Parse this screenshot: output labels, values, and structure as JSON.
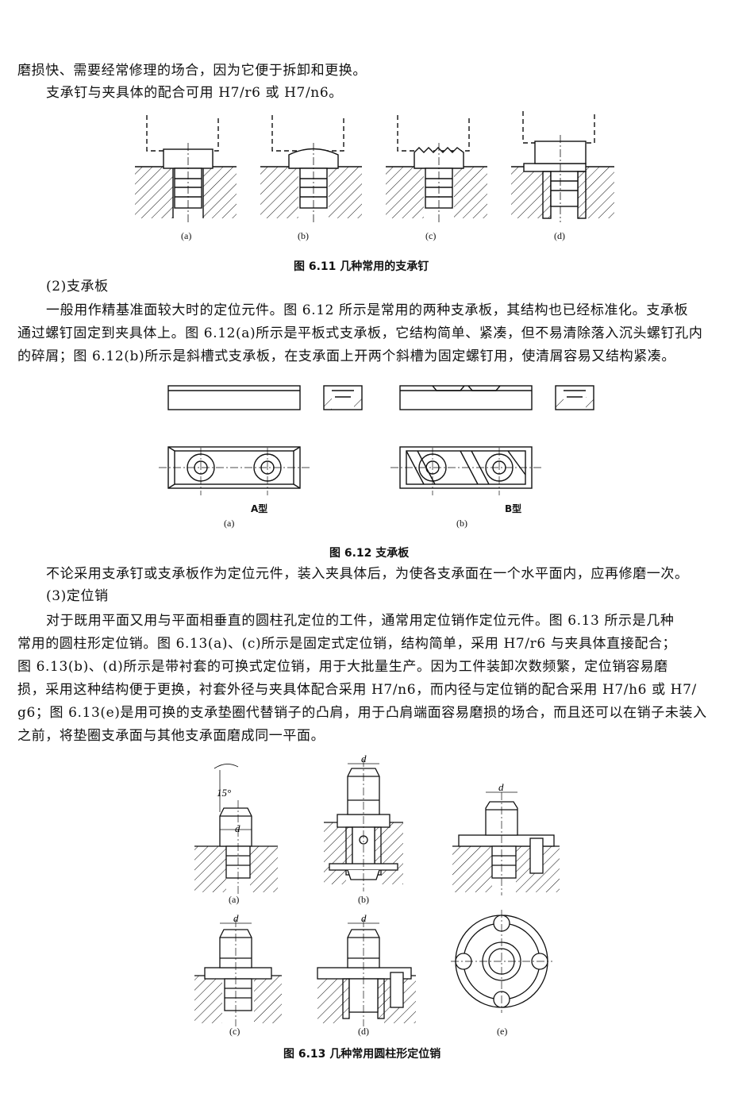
{
  "intro": {
    "line1": "磨损快、需要经常修理的场合，因为它便于拆卸和更换。",
    "line2": "支承钉与夹具体的配合可用 H7/r6 或 H7/n6。"
  },
  "fig611": {
    "labels": [
      "(a)",
      "(b)",
      "(c)",
      "(d)"
    ],
    "caption": "图 6.11    几种常用的支承钉"
  },
  "section2": {
    "heading": "(2)支承板",
    "para": [
      "一般用作精基准面较大时的定位元件。图 6.12 所示是常用的两种支承板，其结构也已经标准化。支承板",
      "通过螺钉固定到夹具体上。图 6.12(a)所示是平板式支承板，它结构简单、紧凑，但不易清除落入沉头螺钉孔内",
      "的碎屑；图 6.12(b)所示是斜槽式支承板，在支承面上开两个斜槽为固定螺钉用，使清屑容易又结构紧凑。"
    ]
  },
  "fig612": {
    "type_a": "A型",
    "type_b": "B型",
    "label_a": "(a)",
    "label_b": "(b)",
    "caption": "图 6.12    支承板"
  },
  "section3": {
    "pre": "不论采用支承钉或支承板作为定位元件，装入夹具体后，为使各支承面在一个水平面内，应再修磨一次。",
    "heading": "(3)定位销",
    "para": [
      "对于既用平面又用与平面相垂直的圆柱孔定位的工件，通常用定位销作定位元件。图 6.13 所示是几种",
      "常用的圆柱形定位销。图 6.13(a)、(c)所示是固定式定位销，结构简单，采用 H7/r6 与夹具体直接配合；",
      "图 6.13(b)、(d)所示是带衬套的可换式定位销，用于大批量生产。因为工件装卸次数频繁，定位销容易磨",
      "损，采用这种结构便于更换，衬套外径与夹具体配合采用 H7/n6，而内径与定位销的配合采用 H7/h6 或 H7/",
      "g6；图 6.13(e)是用可换的支承垫圈代替销子的凸肩，用于凸肩端面容易磨损的场合，而且还可以在销子未装入",
      "之前，将垫圈支承面与其他支承面磨成同一平面。"
    ]
  },
  "fig613": {
    "angle": "15°",
    "dim": "d",
    "labels": [
      "(a)",
      "(b)",
      "(c)",
      "(d)",
      "(e)"
    ],
    "caption": "图 6.13    几种常用圆柱形定位销"
  }
}
